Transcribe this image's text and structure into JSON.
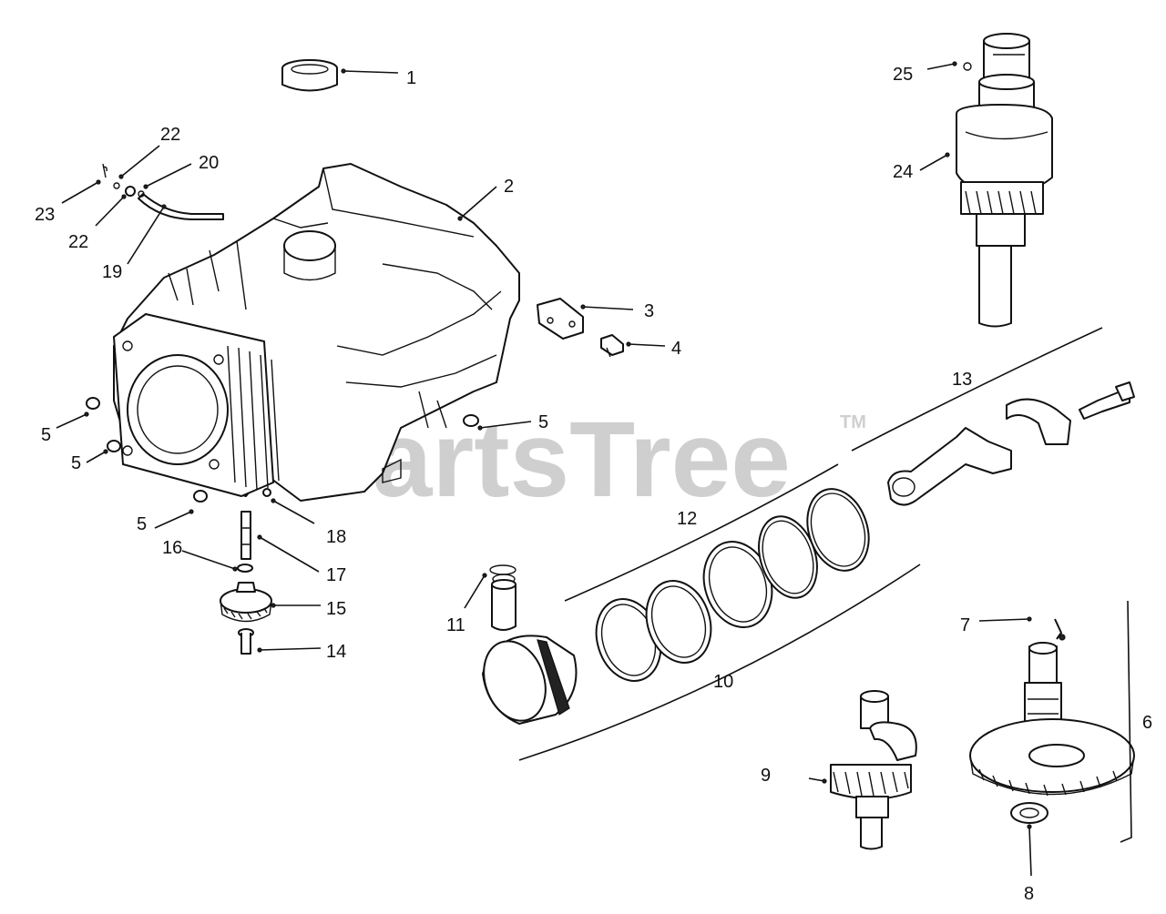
{
  "watermark": {
    "text": "PartsTree",
    "tm": "TM"
  },
  "callouts": [
    {
      "id": "1",
      "text": "1"
    },
    {
      "id": "2",
      "text": "2"
    },
    {
      "id": "3",
      "text": "3"
    },
    {
      "id": "4",
      "text": "4"
    },
    {
      "id": "5a",
      "text": "5"
    },
    {
      "id": "5b",
      "text": "5"
    },
    {
      "id": "5c",
      "text": "5"
    },
    {
      "id": "5d",
      "text": "5"
    },
    {
      "id": "6",
      "text": "6"
    },
    {
      "id": "7",
      "text": "7"
    },
    {
      "id": "8",
      "text": "8"
    },
    {
      "id": "9",
      "text": "9"
    },
    {
      "id": "10",
      "text": "10"
    },
    {
      "id": "11",
      "text": "11"
    },
    {
      "id": "12",
      "text": "12"
    },
    {
      "id": "13",
      "text": "13"
    },
    {
      "id": "14",
      "text": "14"
    },
    {
      "id": "15",
      "text": "15"
    },
    {
      "id": "16",
      "text": "16"
    },
    {
      "id": "17",
      "text": "17"
    },
    {
      "id": "18",
      "text": "18"
    },
    {
      "id": "19",
      "text": "19"
    },
    {
      "id": "20",
      "text": "20"
    },
    {
      "id": "22a",
      "text": "22"
    },
    {
      "id": "22b",
      "text": "22"
    },
    {
      "id": "23",
      "text": "23"
    },
    {
      "id": "24",
      "text": "24"
    },
    {
      "id": "25",
      "text": "25"
    }
  ]
}
